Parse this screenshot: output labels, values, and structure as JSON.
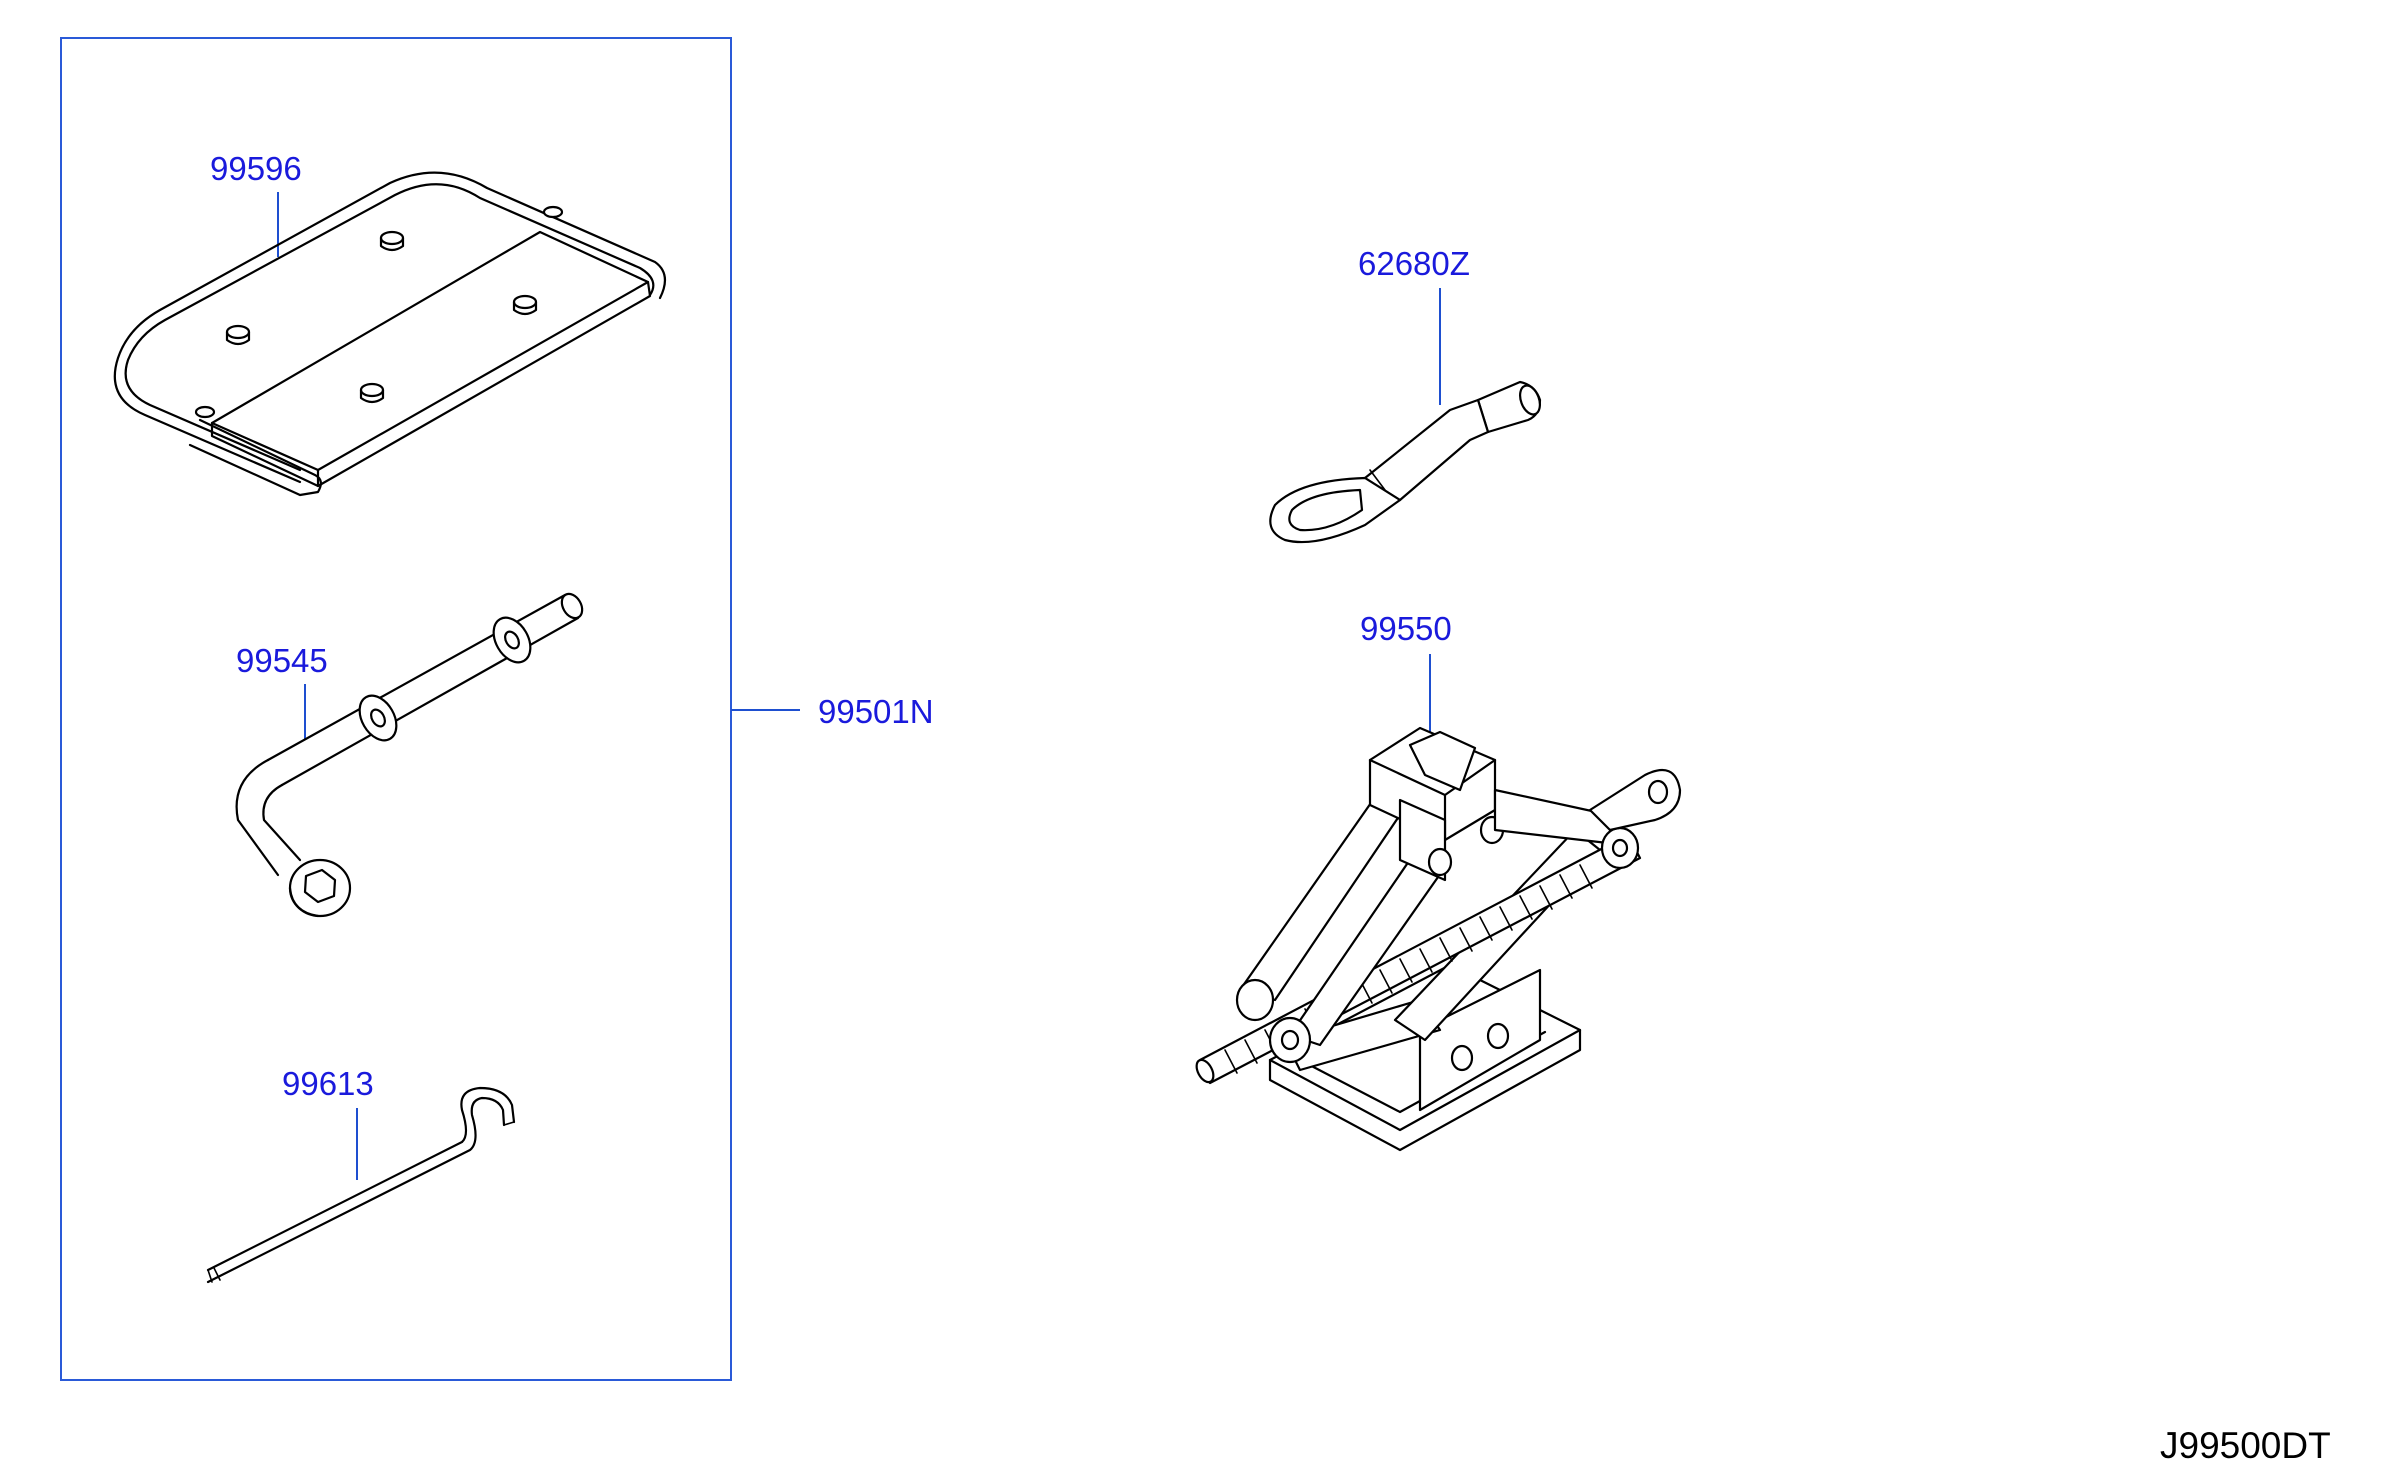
{
  "diagram": {
    "kit_group_label": "99501N",
    "diagram_code": "J99500DT",
    "parts": [
      {
        "id": "99596",
        "icon": "tool-tray-icon"
      },
      {
        "id": "99545",
        "icon": "wheel-nut-wrench-icon"
      },
      {
        "id": "99613",
        "icon": "jack-handle-rod-icon"
      },
      {
        "id": "62680Z",
        "icon": "tow-hook-icon"
      },
      {
        "id": "99550",
        "icon": "scissor-jack-icon"
      }
    ]
  },
  "colors": {
    "label": "#1a1adc",
    "leader": "#1e4fd0",
    "frame": "#2a5ad8",
    "drawing": "#000000",
    "background": "#ffffff"
  }
}
